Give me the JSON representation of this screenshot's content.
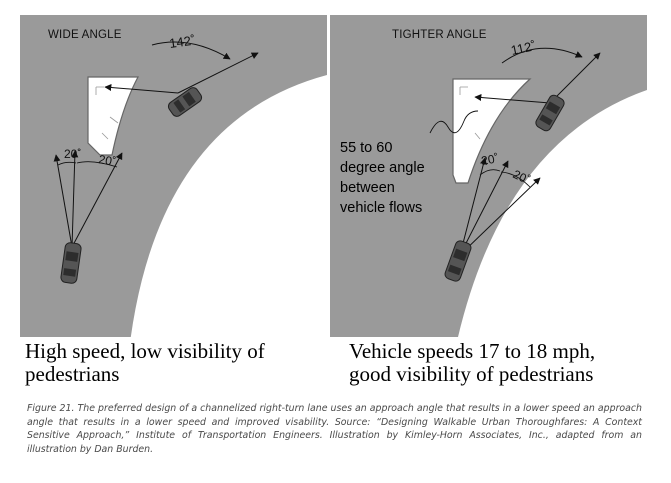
{
  "left_panel": {
    "title": "WIDE ANGLE",
    "angle_label": "142˚",
    "view_angle_1": "20˚",
    "view_angle_2": "20˚",
    "bottom_line_1": "High speed, low visibility of",
    "bottom_line_2": "pedestrians"
  },
  "right_panel": {
    "title": "TIGHTER ANGLE",
    "angle_label": "112˚",
    "view_angle_1": "20˚",
    "view_angle_2": "20˚",
    "callout_line_1": "55 to 60",
    "callout_line_2": "degree angle",
    "callout_line_3": "between",
    "callout_line_4": "vehicle flows",
    "bottom_line_1": "Vehicle speeds 17 to 18 mph,",
    "bottom_line_2": "good visibility of pedestrians"
  },
  "caption": "Figure 21. The preferred design of a channelized right-turn lane uses an approach angle that results in a lower speed an approach angle that results in a lower speed and improved visability. Source: “Designing Walkable Urban Thoroughfares: A Context Sensitive Approach,” Institute of Transportation Engineers. Illustration by Kimley-Horn Associates, Inc., adapted from an illustration by Dan Burden.",
  "colors": {
    "road": "#9a9a9a",
    "island": "#ffffff",
    "car": "#555555",
    "text": "#111111",
    "caption": "#4a4a4a"
  }
}
